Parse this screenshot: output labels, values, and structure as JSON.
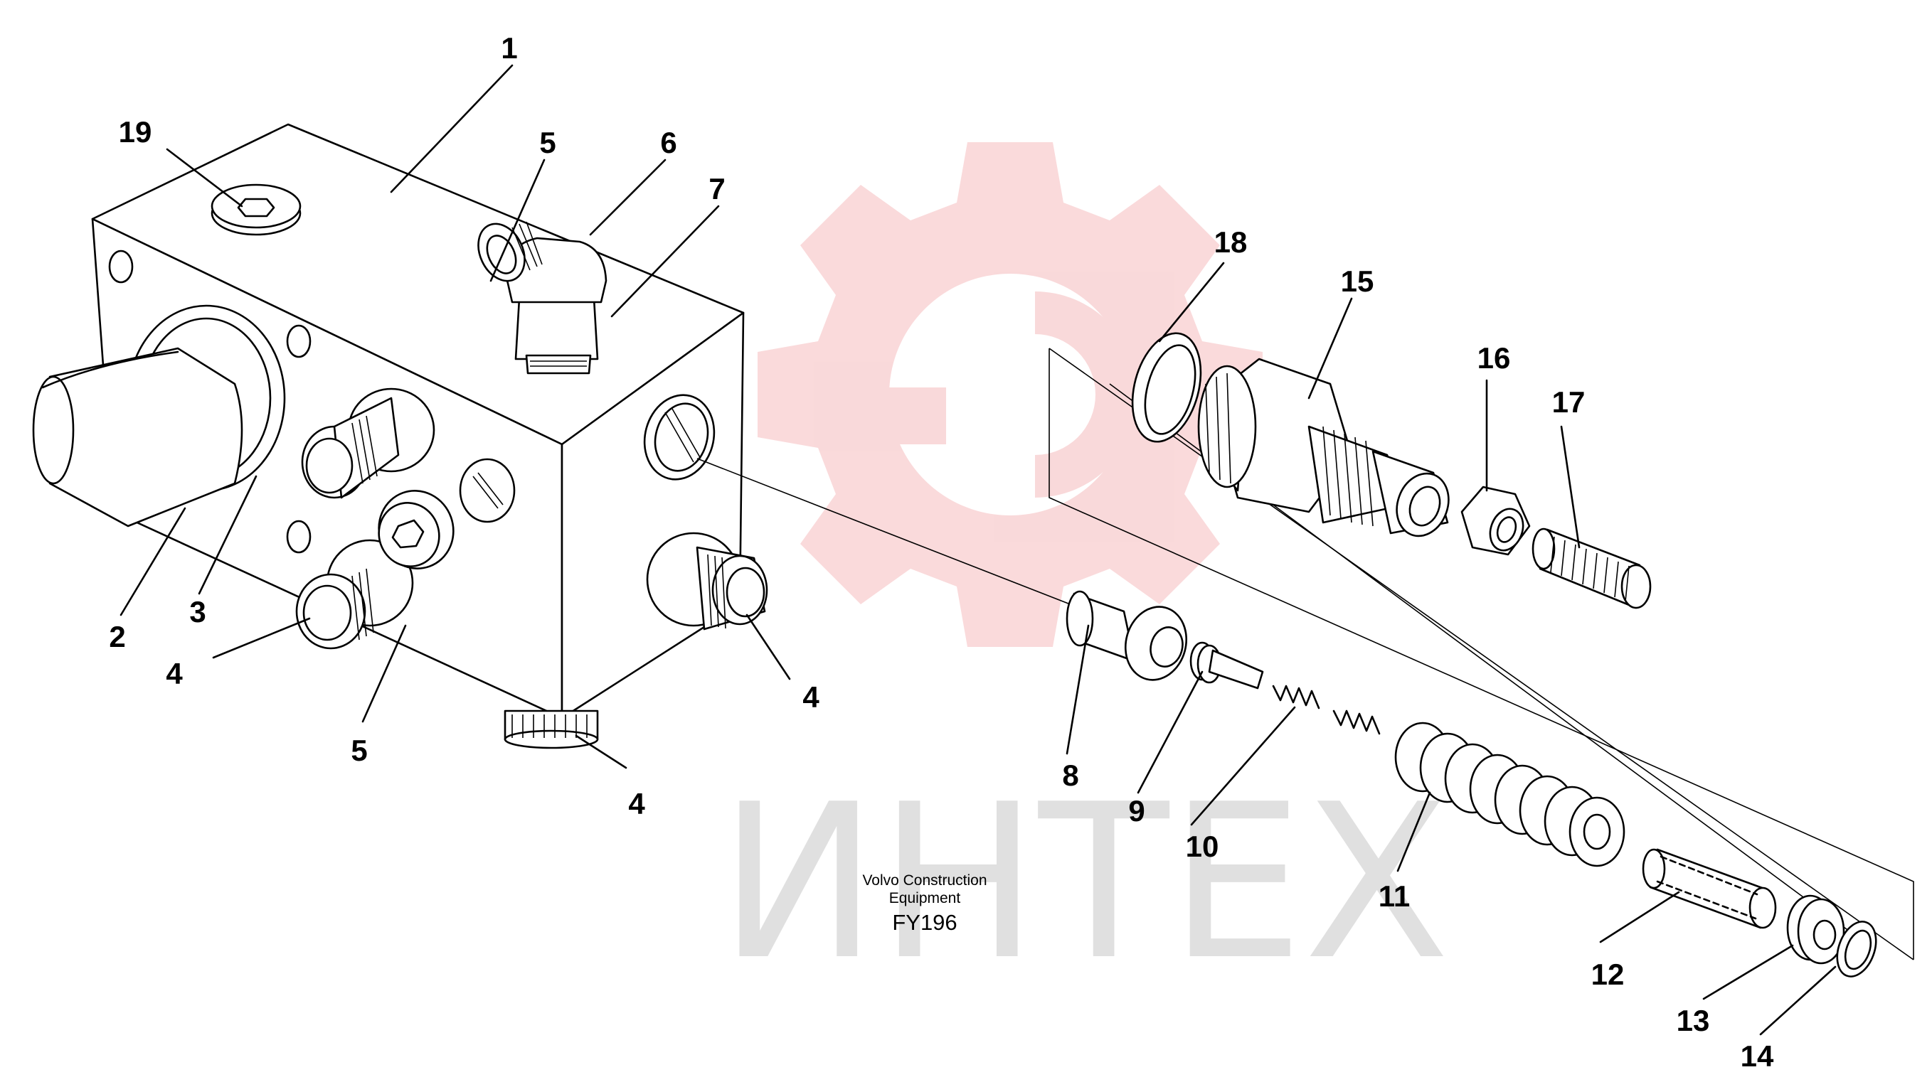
{
  "callouts": [
    "1",
    "19",
    "5",
    "6",
    "7",
    "18",
    "15",
    "16",
    "17",
    "2",
    "3",
    "4",
    "4",
    "4",
    "5",
    "8",
    "9",
    "10",
    "11",
    "12",
    "13",
    "14"
  ],
  "caption": {
    "line1": "Volvo Construction",
    "line2": "Equipment",
    "code": "FY196"
  },
  "watermark": {
    "text": "ИНТЕХ",
    "icon": "gear-logo-icon",
    "color": "#e8585a"
  }
}
